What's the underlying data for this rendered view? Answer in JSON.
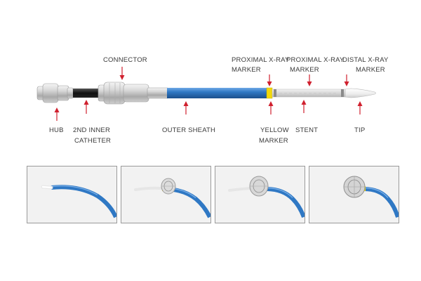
{
  "labels": {
    "connector": "CONNECTOR",
    "proximal_xray_1": [
      "PROXIMAL X-RAY",
      "MARKER"
    ],
    "proximal_xray_2": [
      "PROXIMAL X-RAY",
      "MARKER"
    ],
    "distal_xray": [
      "DISTAL X-RAY",
      "MARKER"
    ],
    "hub": "HUB",
    "inner_catheter": [
      "2ND INNER",
      "CATHETER"
    ],
    "outer_sheath": "OUTER SHEATH",
    "yellow_marker": [
      "YELLOW",
      "MARKER"
    ],
    "stent": "STENT",
    "tip": "TIP"
  },
  "colors": {
    "arrow": "#d0202e",
    "sheath": "#2f78c4",
    "marker": "#f2d90a",
    "text": "#3a3a3a"
  },
  "panels": [
    {
      "stage": "deployment-stage-1"
    },
    {
      "stage": "deployment-stage-2"
    },
    {
      "stage": "deployment-stage-3"
    },
    {
      "stage": "deployment-stage-4"
    }
  ]
}
